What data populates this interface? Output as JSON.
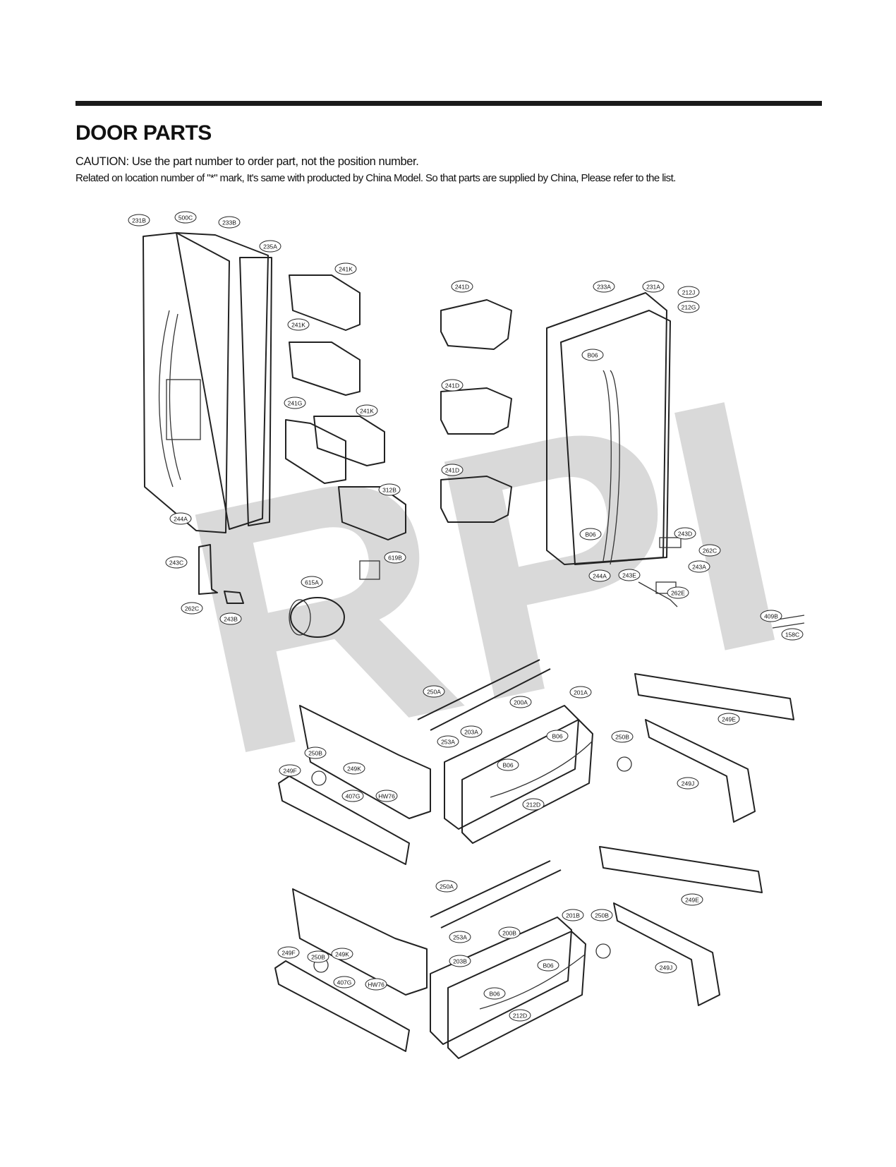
{
  "header": {
    "title": "DOOR PARTS",
    "caution": "CAUTION: Use the part number to order part, not the position number.",
    "note": "Related on location number of \"*\" mark, It's same with producted by China Model. So that parts are supplied by China, Please refer to the list."
  },
  "watermark": "RPI",
  "callouts": [
    "231B",
    "500C",
    "233B",
    "235A",
    "241K",
    "241K",
    "241G",
    "241K",
    "312B",
    "244A",
    "243C",
    "619B",
    "615A",
    "262C",
    "243B",
    "241D",
    "241D",
    "241D",
    "233A",
    "231A",
    "212J",
    "212G",
    "B06",
    "B06",
    "243D",
    "262C",
    "243A",
    "243E",
    "244A",
    "262E",
    "409B",
    "158C",
    "250A",
    "253A",
    "200A",
    "201A",
    "203A",
    "B06",
    "B06",
    "212D",
    "249F",
    "250B",
    "249K",
    "407G",
    "HW76",
    "249E",
    "250B",
    "249J",
    "250A",
    "253A",
    "200B",
    "201B",
    "203B",
    "B06",
    "B06",
    "212D",
    "249F",
    "250B",
    "249K",
    "407G",
    "HW76",
    "249E",
    "250B",
    "249J"
  ]
}
